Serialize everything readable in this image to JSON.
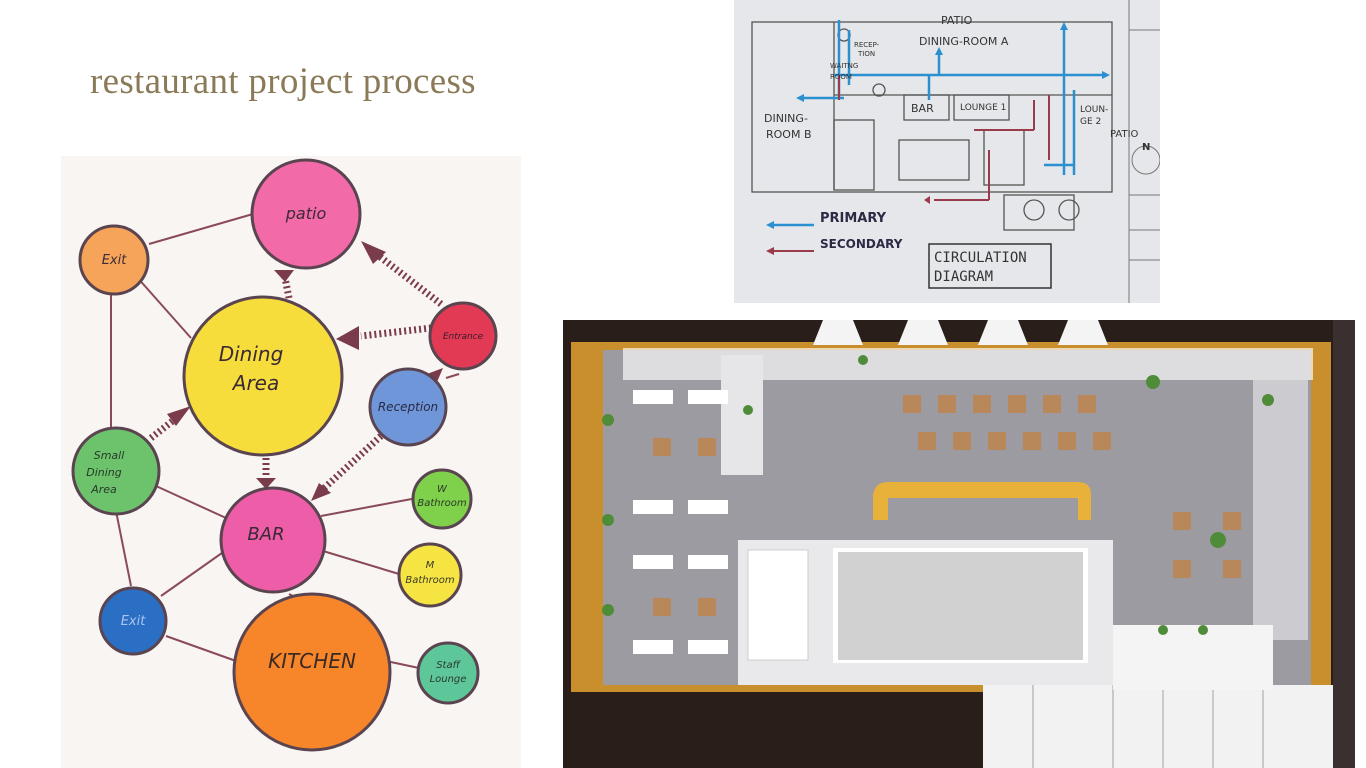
{
  "page": {
    "title": "restaurant project process"
  },
  "bubble_diagram": {
    "nodes": {
      "patio": {
        "label": "patio",
        "color": "#f26aa8"
      },
      "exit_top": {
        "label": "Exit",
        "color": "#f6a45a"
      },
      "dining": {
        "label_line1": "Dining",
        "label_line2": "Area",
        "color": "#f7dd3c"
      },
      "entrance": {
        "label": "Entrance",
        "color": "#e23a55"
      },
      "reception": {
        "label": "Reception",
        "color": "#6f96d8"
      },
      "small_dining": {
        "label_line1": "Small",
        "label_line2": "Dining",
        "label_line3": "Area",
        "color": "#6cc36c"
      },
      "bar": {
        "label": "BAR",
        "color": "#ee5da8"
      },
      "w_bathroom": {
        "label_line1": "W",
        "label_line2": "Bathroom",
        "color": "#7fd14b"
      },
      "m_bathroom": {
        "label_line1": "M",
        "label_line2": "Bathroom",
        "color": "#f6e443"
      },
      "exit_bottom": {
        "label": "Exit",
        "color": "#2b6fc4"
      },
      "kitchen": {
        "label": "KITCHEN",
        "color": "#f7862a"
      },
      "staff_lounge": {
        "label_line1": "Staff",
        "label_line2": "Lounge",
        "color": "#5ec79a"
      }
    }
  },
  "circulation": {
    "labels": {
      "patio_top": "PATIO",
      "dining_a": "DINING-ROOM A",
      "reception": "RECEP-",
      "reception2": "TION",
      "waiting": "WAITNG",
      "waiting2": "ROOM",
      "bar": "BAR",
      "lounge1": "LOUNGE 1",
      "lounge2a": "LOUN-",
      "lounge2b": "GE 2",
      "patio_right": "PATIO",
      "dining_b": "DINING-",
      "dining_b2": "ROOM B",
      "north": "N",
      "primary": "PRIMARY",
      "secondary": "SECONDARY",
      "diagram_title1": "CIRCULATION",
      "diagram_title2": "DIAGRAM"
    },
    "colors": {
      "primary": "#2b8fd0",
      "secondary": "#9b3a4a"
    }
  },
  "floor_plan": {
    "colors": {
      "floor": "#9d9ba2",
      "wall": "#f2f2f2",
      "wood": "#c98f2d",
      "table": "#b8875a"
    }
  }
}
